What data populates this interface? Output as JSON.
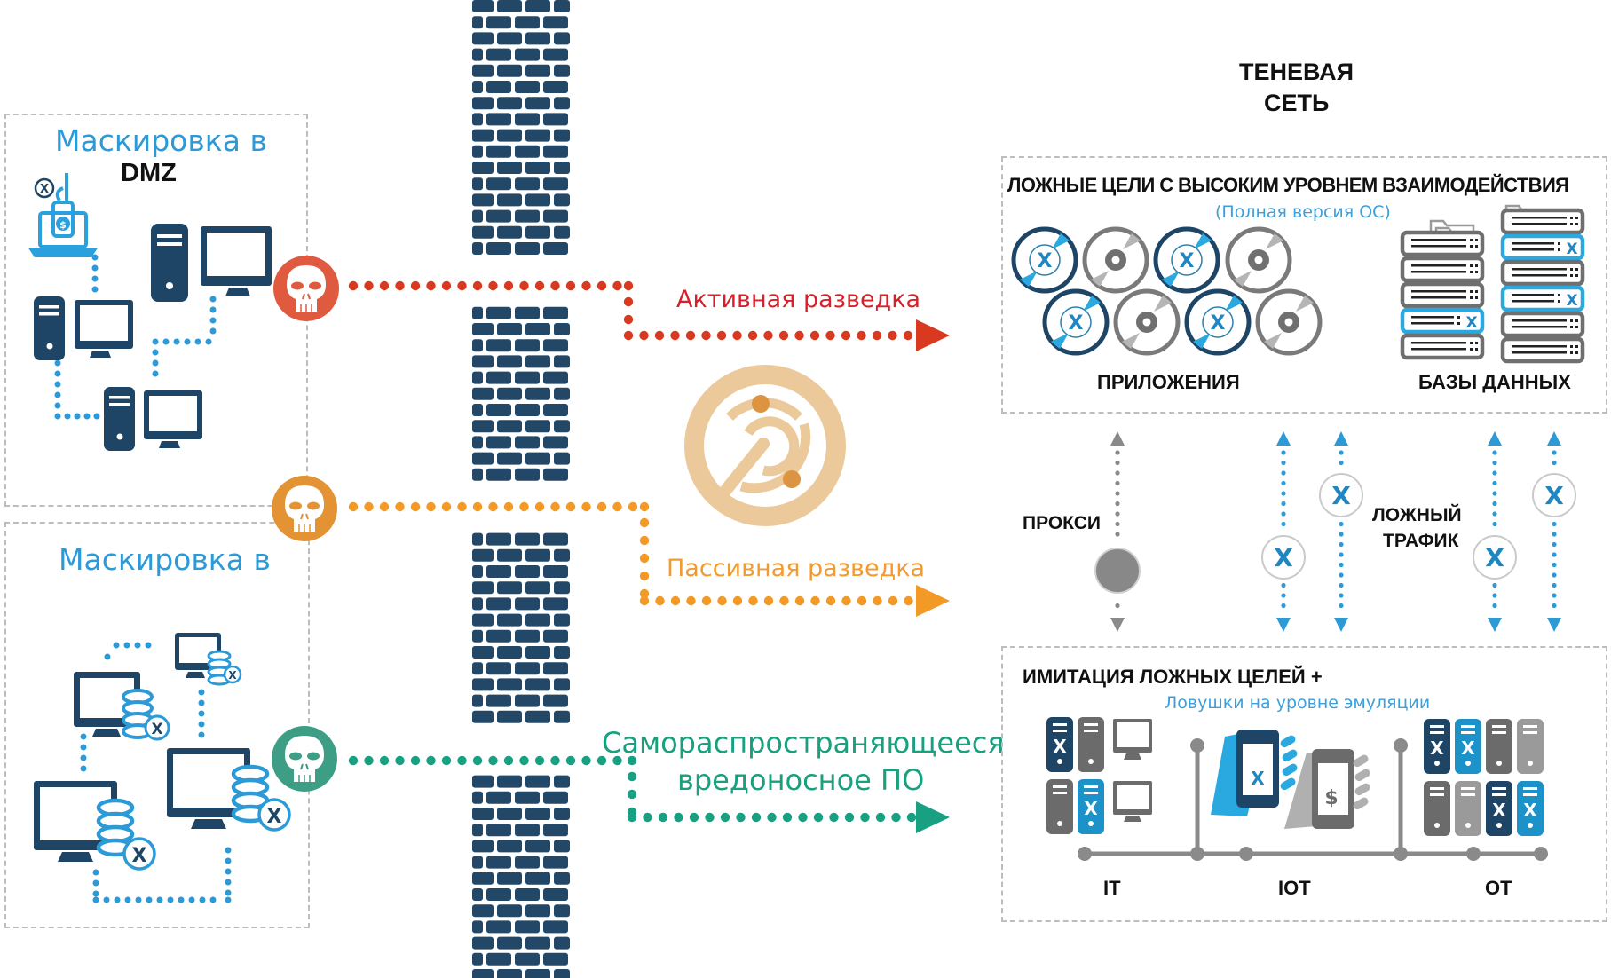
{
  "left_panels": [
    {
      "title_line1": "Маскировка в",
      "title_line2": "DMZ"
    },
    {
      "title_line1": "Маскировка в",
      "title_line2": ""
    }
  ],
  "attack_flows": [
    {
      "label": "Активная разведка",
      "color": "#d9391f",
      "text_color": "#d81f2a",
      "icon": "skull-icon"
    },
    {
      "label": "Пассивная разведка",
      "color": "#f39a26",
      "text_color": "#f29b30",
      "icon": "skull-icon"
    },
    {
      "label_line1": "Самораспространяющееся",
      "label_line2": "вредоносное ПО",
      "color": "#17a082",
      "text_color": "#19a07f",
      "icon": "skull-icon"
    }
  ],
  "skull_colors": [
    "#e05a3f",
    "#e39234",
    "#3e9e85"
  ],
  "shadow_network": {
    "title_line1": "ТЕНЕВАЯ",
    "title_line2": "СЕТЬ"
  },
  "high_interaction": {
    "title": "ЛОЖНЫЕ ЦЕЛИ С ВЫСОКИМ УРОВНЕМ ВЗАИМОДЕЙСТВИЯ",
    "subtitle": "(Полная версия ОС)",
    "apps_label": "ПРИЛОЖЕНИЯ",
    "db_label": "БАЗЫ ДАННЫХ"
  },
  "middle_labels": {
    "proxy": "ПРОКСИ",
    "fake_traffic_line1": "ЛОЖНЫЙ",
    "fake_traffic_line2": "ТРАФИК"
  },
  "emulation": {
    "title": "ИМИТАЦИЯ ЛОЖНЫХ ЦЕЛЕЙ +",
    "subtitle": "Ловушки на уровне эмуляции",
    "segments": [
      "IT",
      "IOT",
      "OT"
    ]
  },
  "colors": {
    "brand_blue": "#2d9ad8",
    "navy": "#1f4566",
    "wall": "#234766",
    "gray": "#777777",
    "logo": "#ecc99a",
    "logo_dot": "#dc9440"
  }
}
